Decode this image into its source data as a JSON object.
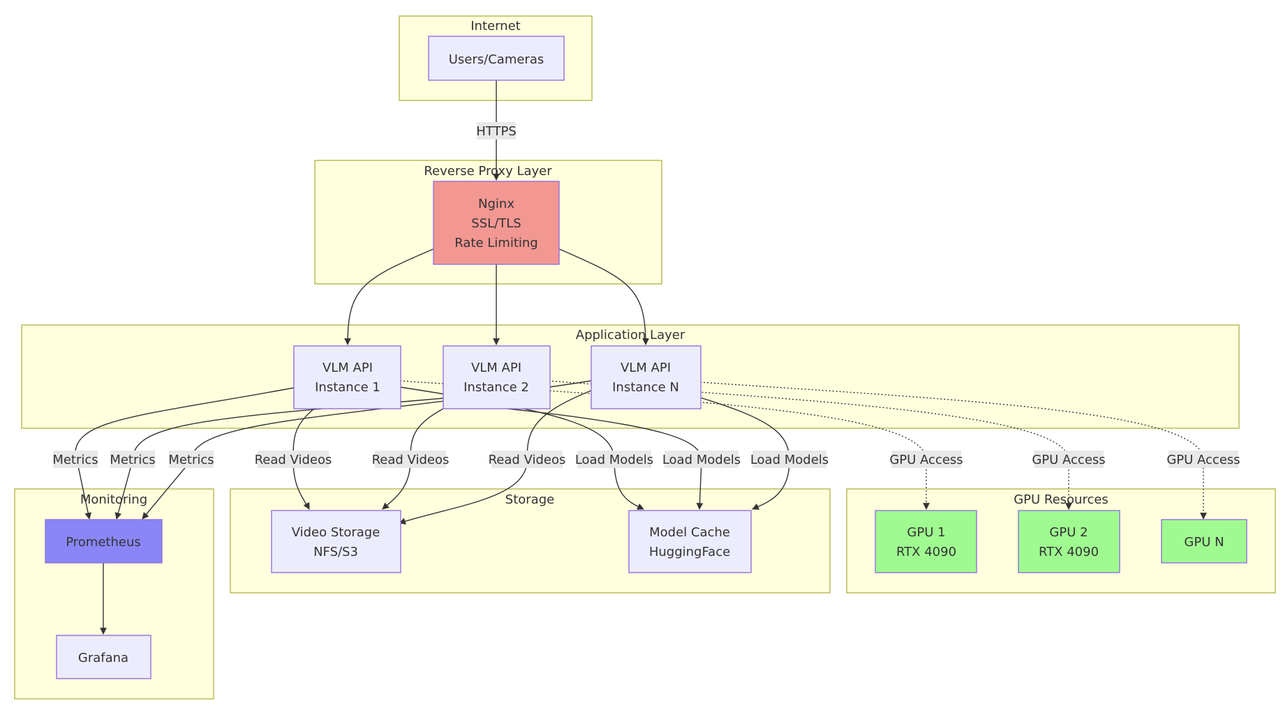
{
  "colors": {
    "cluster_fill": "#ffffde",
    "cluster_border": "#aaaa33",
    "node_default": "#ececff",
    "node_border": "#9370db",
    "nginx": "#f29792",
    "prometheus": "#8a86f8",
    "gpu": "#9ffb90",
    "edge": "#333333",
    "edge_label_bg": "#e8e8e8"
  },
  "clusters": {
    "internet": "Internet",
    "proxy": "Reverse Proxy Layer",
    "app": "Application Layer",
    "monitoring": "Monitoring",
    "storage": "Storage",
    "gpu": "GPU Resources"
  },
  "nodes": {
    "users": [
      "Users/Cameras"
    ],
    "nginx": [
      "Nginx",
      "SSL/TLS",
      "Rate Limiting"
    ],
    "vlm1": [
      "VLM API",
      "Instance 1"
    ],
    "vlm2": [
      "VLM API",
      "Instance 2"
    ],
    "vlmn": [
      "VLM API",
      "Instance N"
    ],
    "prometheus": [
      "Prometheus"
    ],
    "grafana": [
      "Grafana"
    ],
    "video": [
      "Video Storage",
      "NFS/S3"
    ],
    "models": [
      "Model Cache",
      "HuggingFace"
    ],
    "gpu1": [
      "GPU 1",
      "RTX 4090"
    ],
    "gpu2": [
      "GPU 2",
      "RTX 4090"
    ],
    "gpun": [
      "GPU N"
    ]
  },
  "edge_labels": {
    "https": "HTTPS",
    "metrics": "Metrics",
    "read_videos": "Read Videos",
    "load_models": "Load Models",
    "gpu_access": "GPU Access"
  }
}
